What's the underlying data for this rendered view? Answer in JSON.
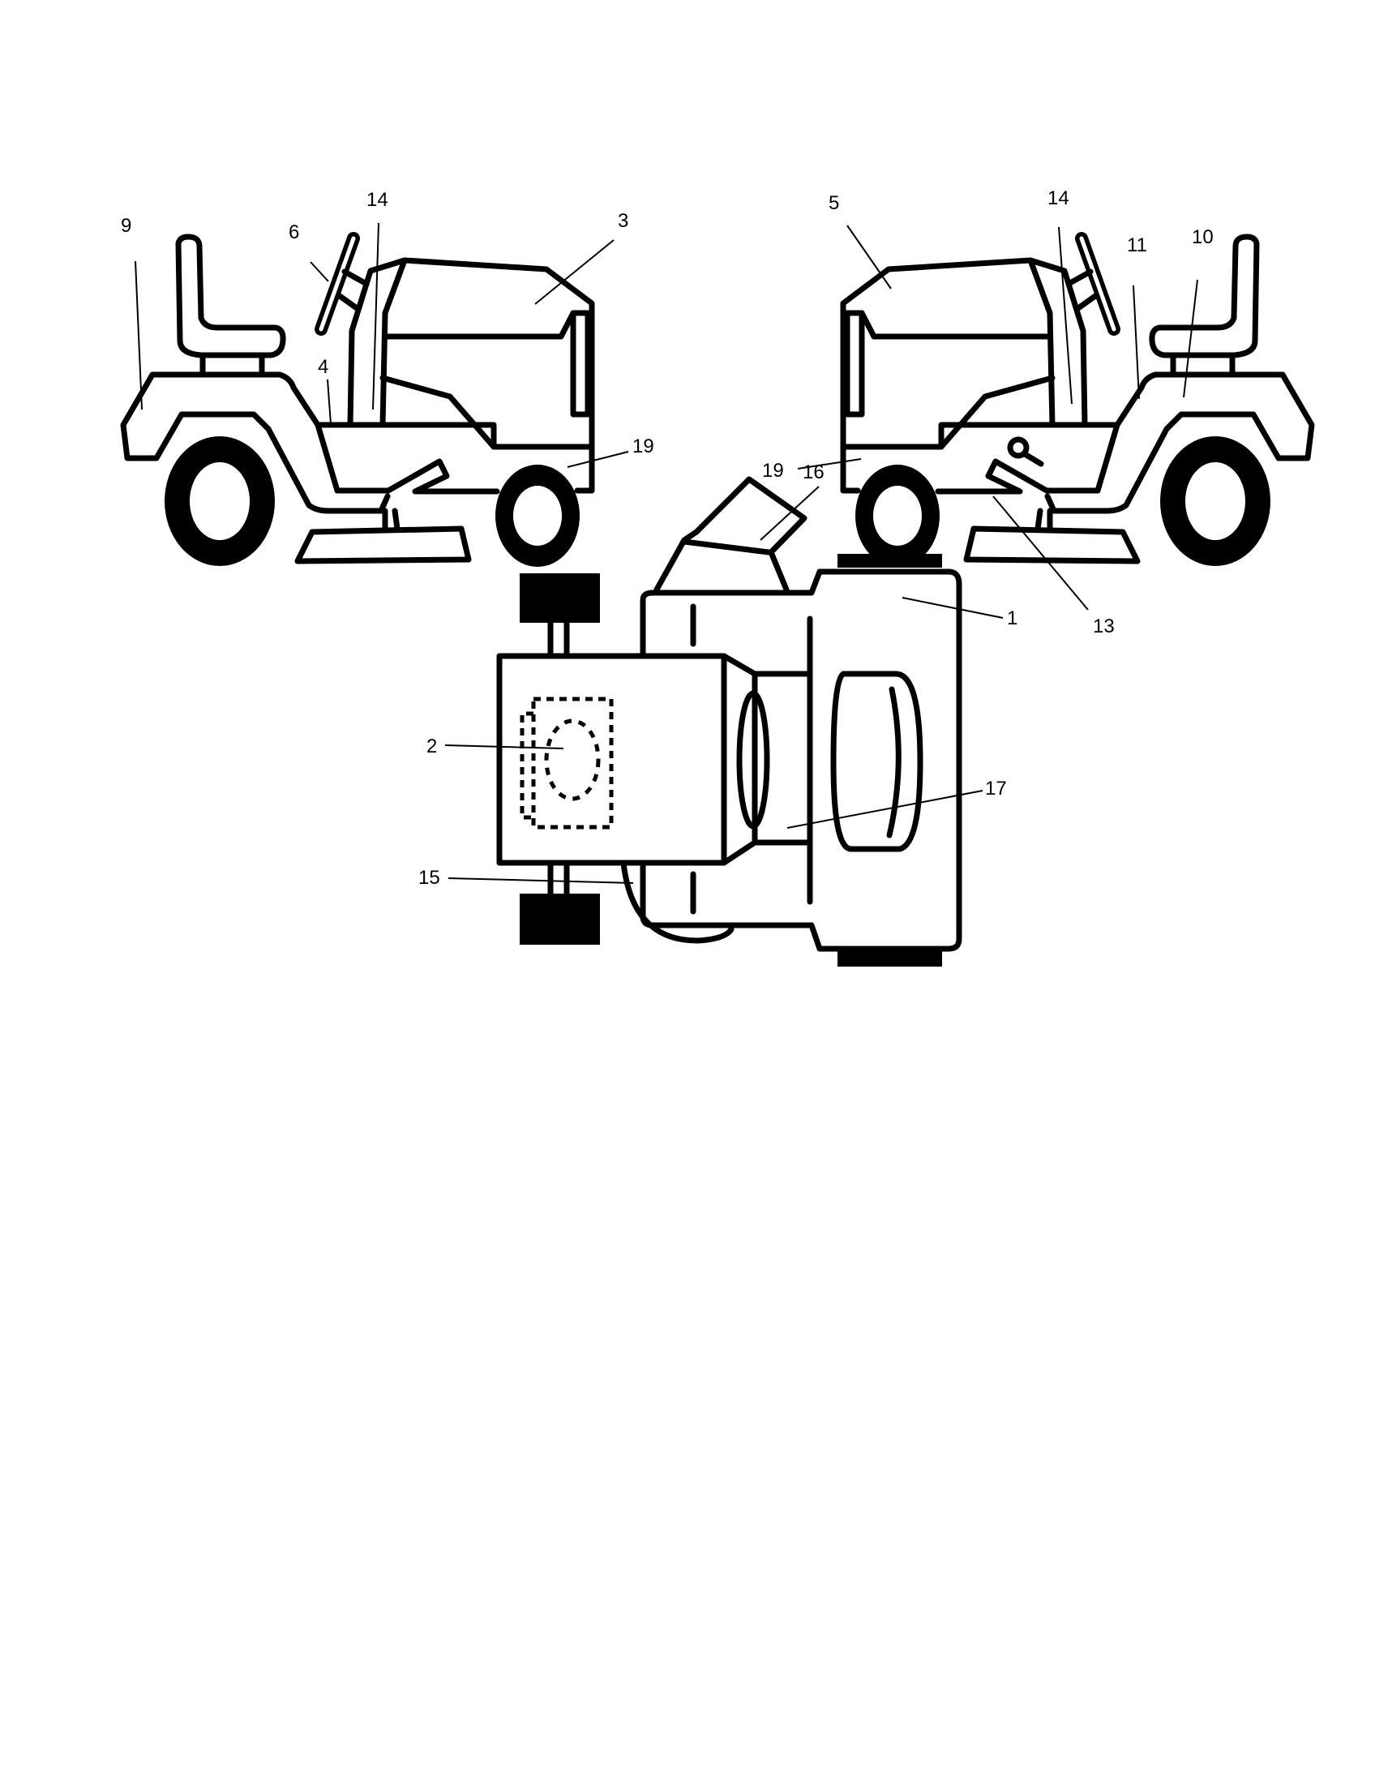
{
  "callouts": {
    "left_view": [
      "9",
      "6",
      "14",
      "3",
      "4",
      "19"
    ],
    "right_view": [
      "5",
      "14",
      "11",
      "10",
      "19",
      "13"
    ],
    "top_view": [
      "16",
      "1",
      "2",
      "17",
      "15"
    ]
  }
}
